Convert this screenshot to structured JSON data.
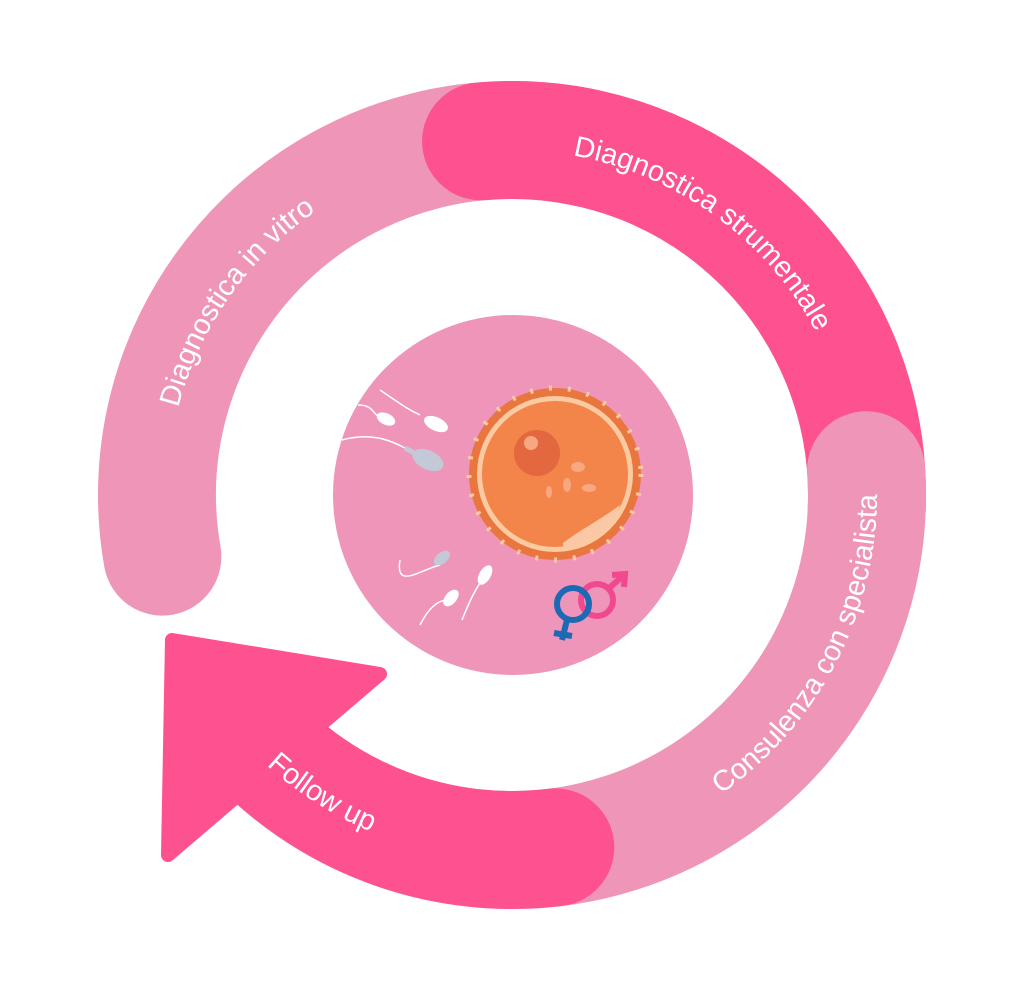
{
  "cycle": {
    "steps": [
      {
        "label": "Diagnostica in vitro"
      },
      {
        "label": "Diagnostica strumentale"
      },
      {
        "label": "Consulenza con specialista"
      },
      {
        "label": "Follow up"
      }
    ],
    "colors": {
      "light": "#ef96b8",
      "dark": "#fd5190",
      "center": "#ee95b9"
    }
  },
  "center": {
    "illustration": "egg-and-sperm",
    "symbols": [
      "female-symbol",
      "male-symbol"
    ]
  }
}
